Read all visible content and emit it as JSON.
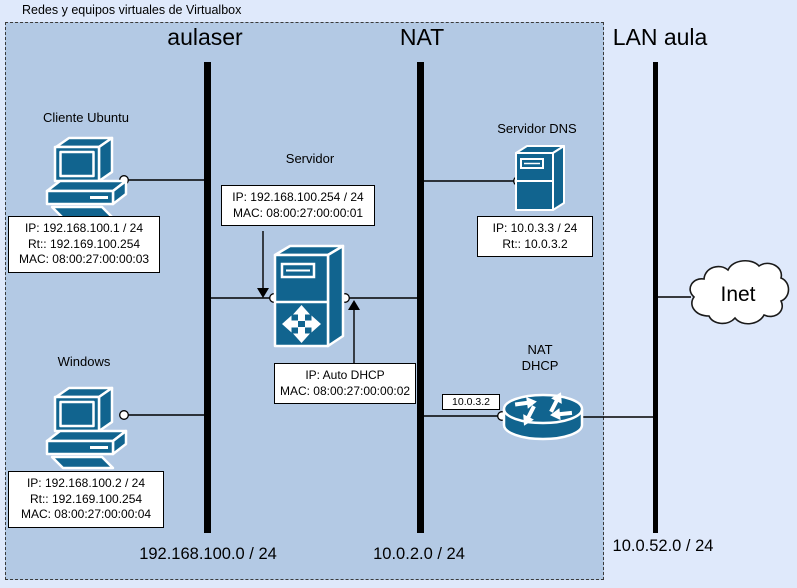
{
  "title": "Redes y equipos virtuales de Virtualbox",
  "colors": {
    "canvas_bg": "#dfe9fb",
    "virtualbox_area_bg": "#b3c9e4",
    "device_fill": "#11648f",
    "bus_color": "#000000"
  },
  "segments": {
    "aulaser": {
      "label": "aulaser",
      "network": "192.168.100.0 / 24"
    },
    "nat": {
      "label": "NAT",
      "network": "10.0.2.0 / 24"
    },
    "lan_aula": {
      "label": "LAN aula",
      "network": "10.0.52.0 / 24"
    }
  },
  "nodes": {
    "cliente_ubuntu": {
      "label": "Cliente Ubuntu",
      "icon": "workstation-icon",
      "info": {
        "line1": "IP: 192.168.100.1 / 24",
        "line2": "Rt:: 192.169.100.254",
        "line3": "MAC: 08:00:27:00:00:03"
      }
    },
    "windows": {
      "label": "Windows",
      "icon": "workstation-icon",
      "info": {
        "line1": "IP: 192.168.100.2 / 24",
        "line2": "Rt:: 192.169.100.254",
        "line3": "MAC: 08:00:27:00:00:04"
      }
    },
    "servidor": {
      "label": "Servidor",
      "icon": "server-router-icon",
      "info_aulaser": {
        "line1": "IP: 192.168.100.254 / 24",
        "line2": "MAC: 08:00:27:00:00:01"
      },
      "info_nat": {
        "line1": "IP: Auto DHCP",
        "line2": "MAC: 08:00:27:00:00:02"
      }
    },
    "servidor_dns": {
      "label": "Servidor DNS",
      "icon": "server-icon",
      "info": {
        "line1": "IP: 10.0.3.3 / 24",
        "line2": "Rt:: 10.0.3.2"
      }
    },
    "nat_dhcp": {
      "label_line1": "NAT",
      "label_line2": "DHCP",
      "icon": "router-icon",
      "ip_tag": "10.0.3.2"
    },
    "inet": {
      "label": "Inet",
      "icon": "cloud-icon"
    }
  }
}
